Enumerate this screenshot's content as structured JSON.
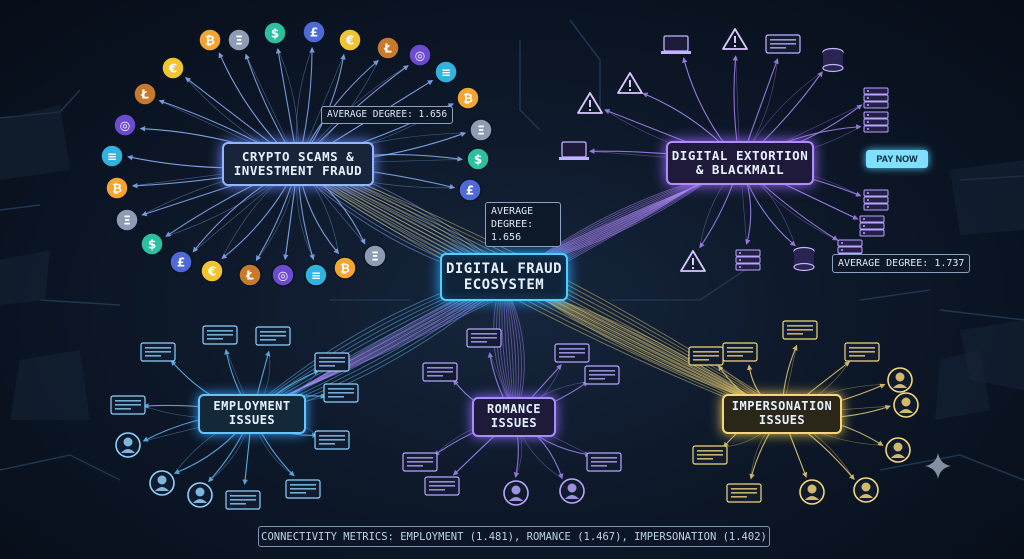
{
  "hubs": {
    "center": "DIGITAL FRAUD\nECOSYSTEM",
    "crypto": "CRYPTO SCAMS &\nINVESTMENT FRAUD",
    "extortion": "DIGITAL EXTORTION\n& BLACKMAIL",
    "employment": "EMPLOYMENT\nISSUES",
    "romance": "ROMANCE\nISSUES",
    "impersonation": "IMPERSONATION\nISSUES"
  },
  "badges": {
    "crypto": "AVERAGE DEGREE: 1.656",
    "center": "AVERAGE\nDEGREE: 1.656",
    "extortion": "AVERAGE DEGREE: 1.737"
  },
  "pay_now": "PAY NOW",
  "metrics": "CONNECTIVITY METRICS: EMPLOYMENT (1.481), ROMANCE (1.467), IMPERSONATION (1.402)",
  "coin_symbols": [
    "₿",
    "Ξ",
    "$",
    "£",
    "€",
    "Ł",
    "◎",
    "≡"
  ],
  "colors": {
    "crypto": "#8fb8ff",
    "extortion": "#b28cff",
    "employment": "#66c4ff",
    "romance": "#a98cff",
    "impersonation": "#f3d77a",
    "center": "#4fd0ff"
  }
}
